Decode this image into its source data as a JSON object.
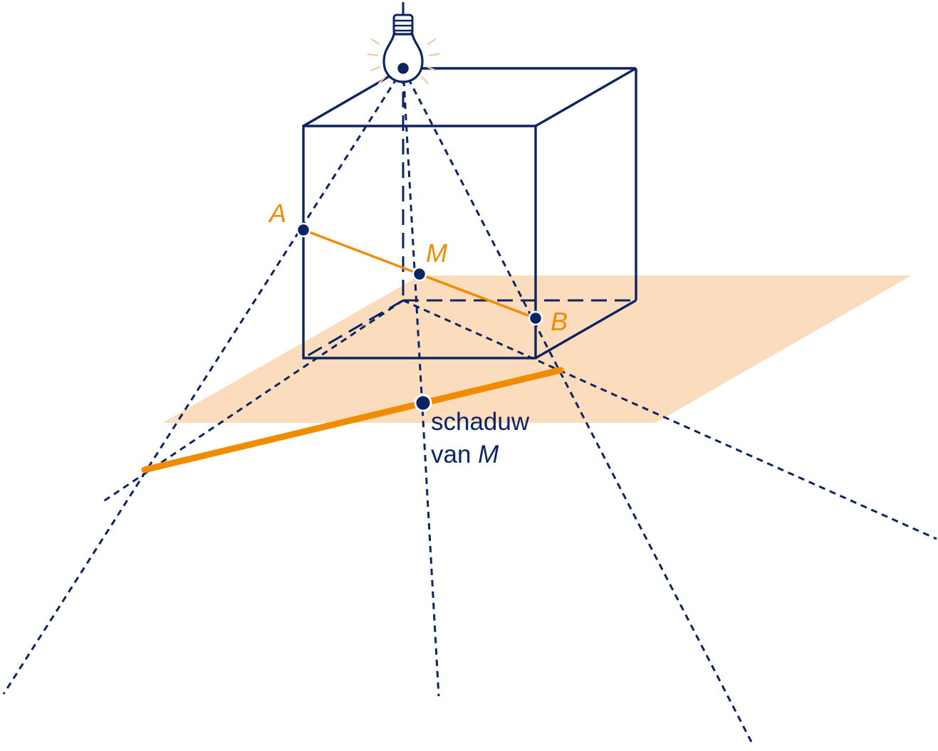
{
  "labels": {
    "point_a": "A",
    "point_b": "B",
    "point_m": "M",
    "shadow_line1": "schaduw",
    "shadow_line2_prefix": "van ",
    "shadow_line2_var": "M"
  },
  "colors": {
    "navy": "#0c2461",
    "orange": "#f08c00",
    "plane": "#fbdcbd",
    "lamp_glow": "#f4c7a4",
    "background": "#ffffff"
  },
  "icons": {
    "lamp": "light-bulb-icon"
  }
}
